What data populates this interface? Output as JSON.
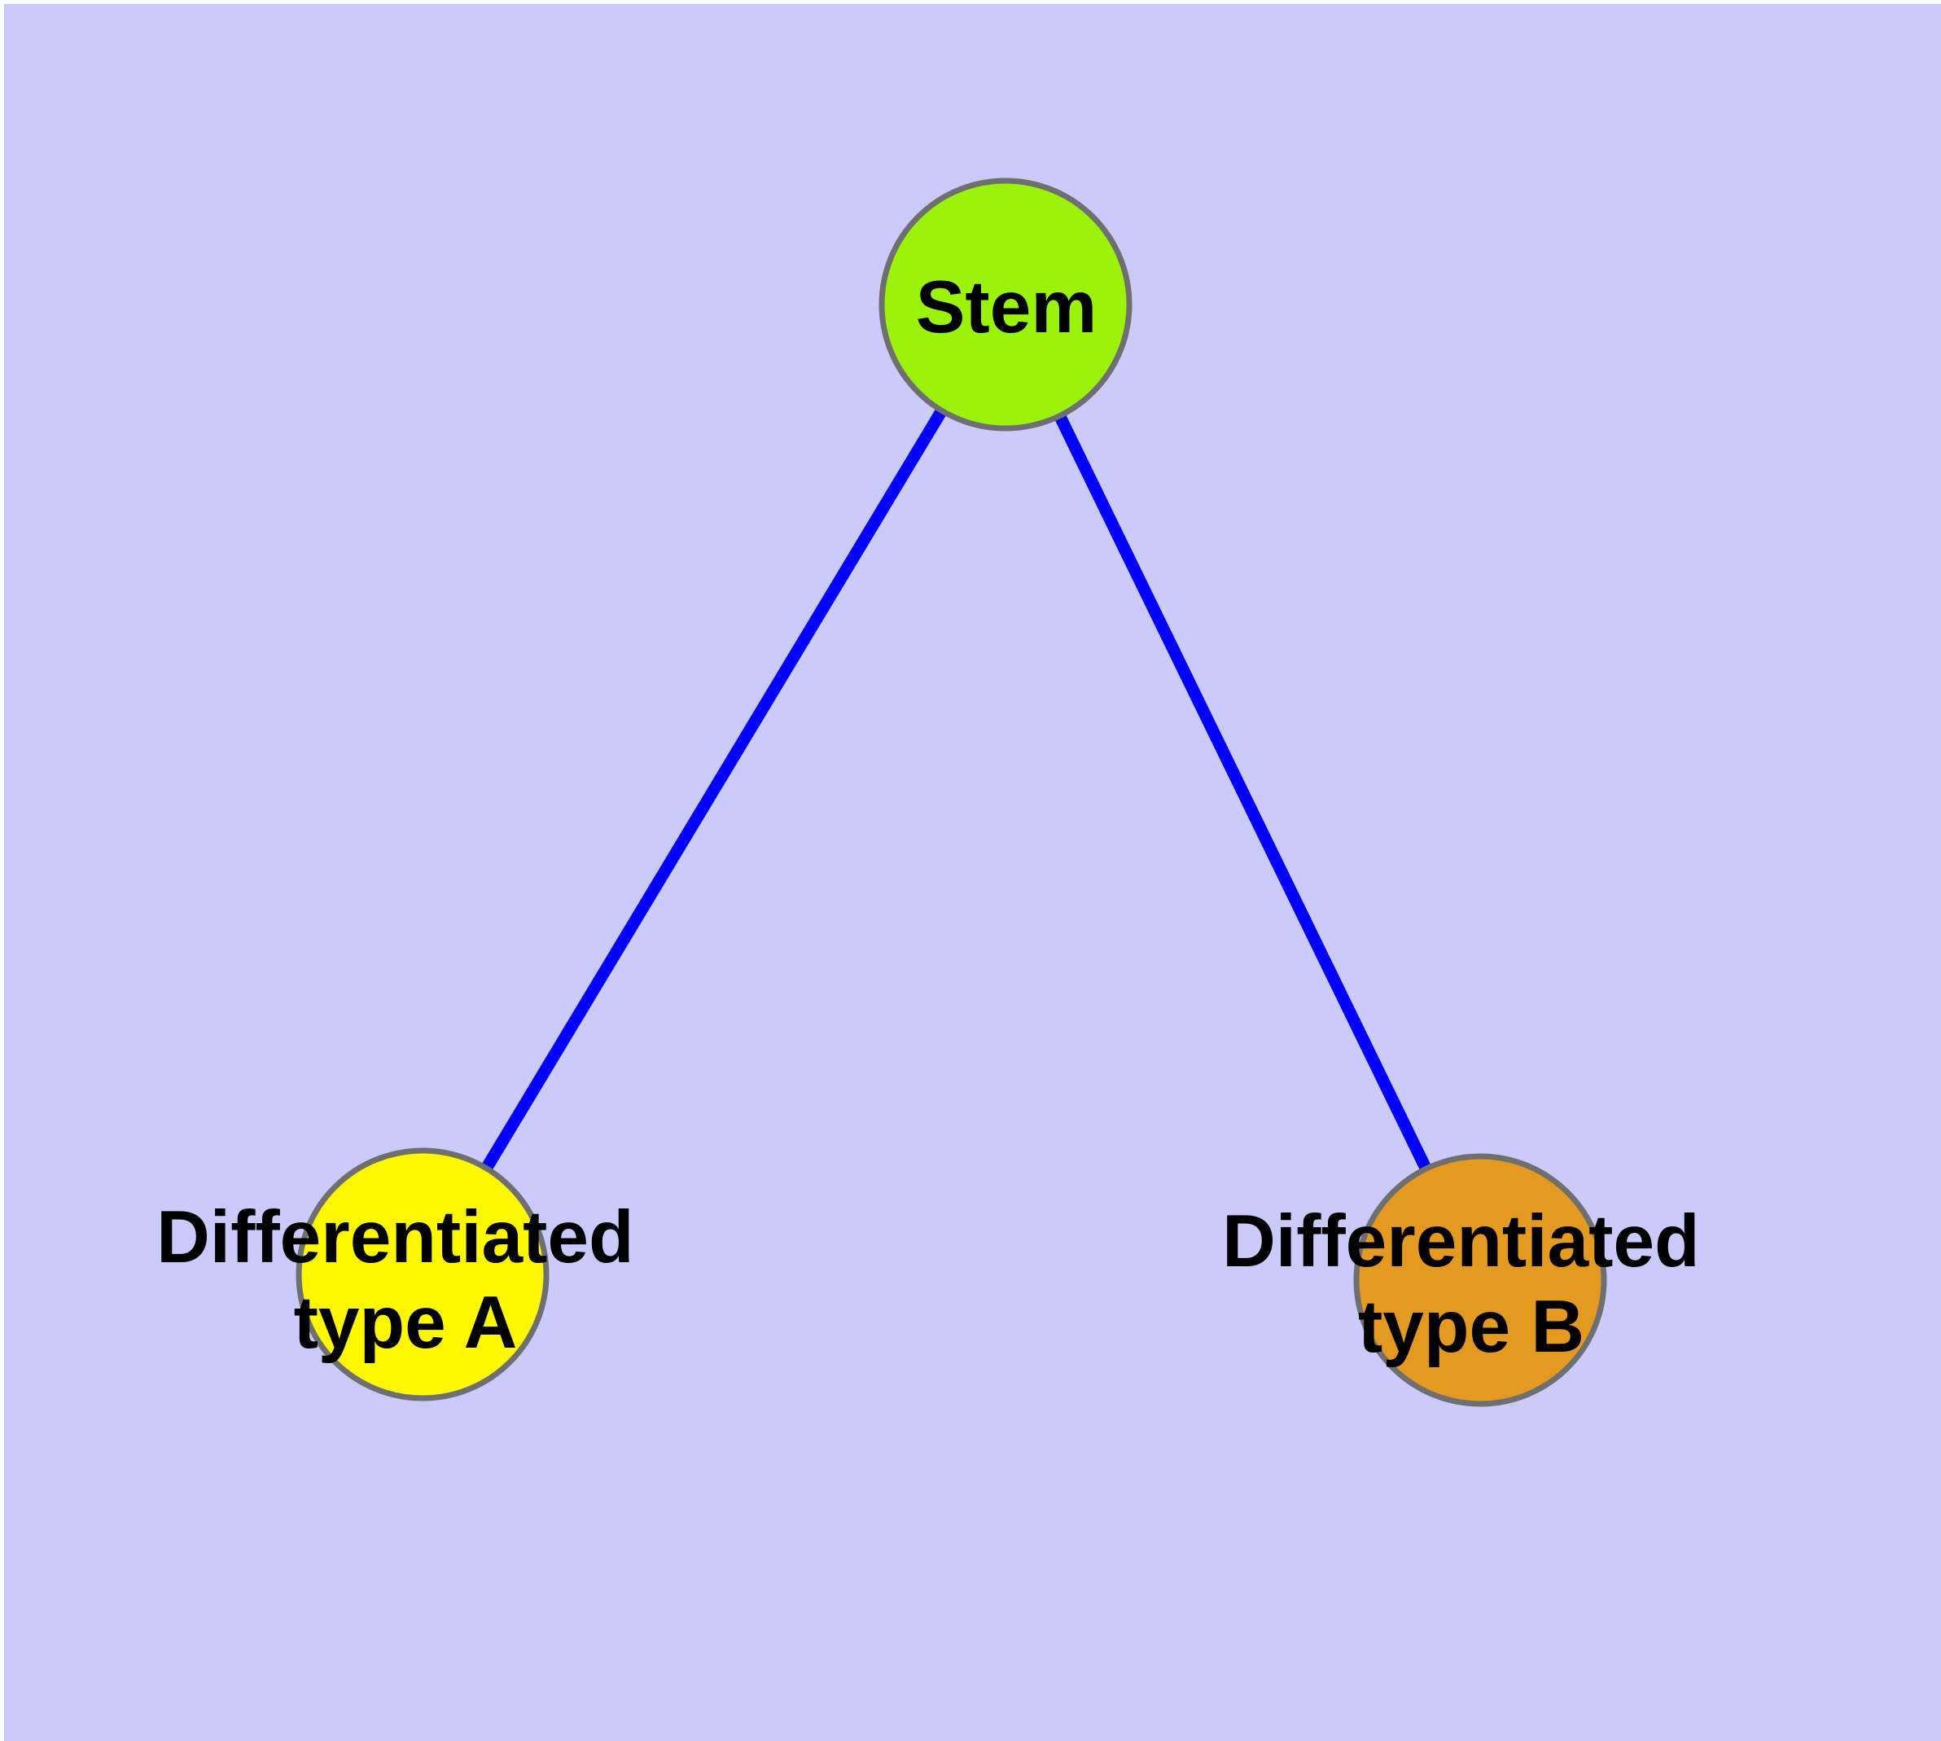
{
  "diagram": {
    "background_color": "#CBCBFB",
    "margin_color": "#FFFFFF",
    "edge_color": "#0202F8",
    "node_border_color": "#6F6F6F",
    "label_color": "#000000",
    "nodes": [
      {
        "id": "stem",
        "label": "Stem",
        "fill": "#9BF30B"
      },
      {
        "id": "differentiated-type-a",
        "label_line1": "Differentiated",
        "label_line2": "type A",
        "fill": "#FDF800"
      },
      {
        "id": "differentiated-type-b",
        "label_line1": "Differentiated",
        "label_line2": "type B",
        "fill": "#E49A20"
      }
    ],
    "edges": [
      {
        "from": "stem",
        "to": "differentiated-type-a"
      },
      {
        "from": "stem",
        "to": "differentiated-type-b"
      }
    ]
  }
}
